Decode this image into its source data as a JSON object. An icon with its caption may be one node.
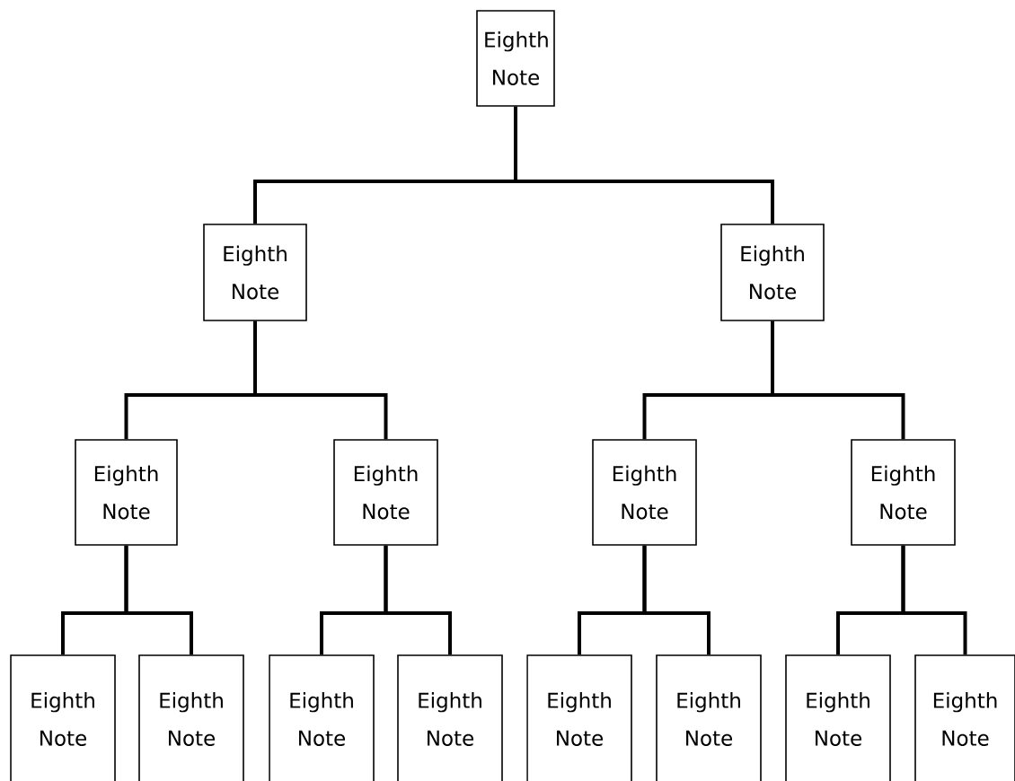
{
  "diagram": {
    "nodes": [
      {
        "text": [
          "Eighth Note"
        ]
      },
      {
        "text": [
          "Eighth Note"
        ]
      },
      {
        "text": [
          "Eighth Note"
        ]
      },
      {
        "text": [
          "Eighth Note"
        ]
      },
      {
        "text": [
          "Eighth Note"
        ]
      },
      {
        "text": [
          "Eighth Note"
        ]
      },
      {
        "text": [
          "Eighth Note"
        ]
      },
      {
        "text": [
          "Eighth Note"
        ]
      },
      {
        "text": [
          "Eighth Note"
        ]
      },
      {
        "text": [
          "Eighth Note"
        ]
      },
      {
        "text": [
          "Eighth Note"
        ]
      },
      {
        "text": [
          "Eighth Note"
        ]
      },
      {
        "text": [
          "Eighth Note"
        ]
      },
      {
        "text": [
          "Eighth Note"
        ]
      },
      {
        "text": [
          "Eighth Note"
        ]
      }
    ],
    "edges": [
      {
        "from": 0,
        "to": 1,
        "arrow": "none"
      },
      {
        "from": 0,
        "to": 2,
        "arrow": "none"
      },
      {
        "from": 1,
        "to": 3,
        "arrow": "none"
      },
      {
        "from": 1,
        "to": 4,
        "arrow": "none"
      },
      {
        "from": 2,
        "to": 5,
        "arrow": "none"
      },
      {
        "from": 2,
        "to": 6,
        "arrow": "none"
      },
      {
        "from": 3,
        "to": 7,
        "arrow": "none"
      },
      {
        "from": 3,
        "to": 8,
        "arrow": "none"
      },
      {
        "from": 4,
        "to": 9,
        "arrow": "none"
      },
      {
        "from": 4,
        "to": 10,
        "arrow": "none"
      },
      {
        "from": 5,
        "to": 11,
        "arrow": "none"
      },
      {
        "from": 5,
        "to": 12,
        "arrow": "none"
      },
      {
        "from": 6,
        "to": 13,
        "arrow": "none"
      },
      {
        "from": 6,
        "to": 14,
        "arrow": "none"
      }
    ]
  }
}
